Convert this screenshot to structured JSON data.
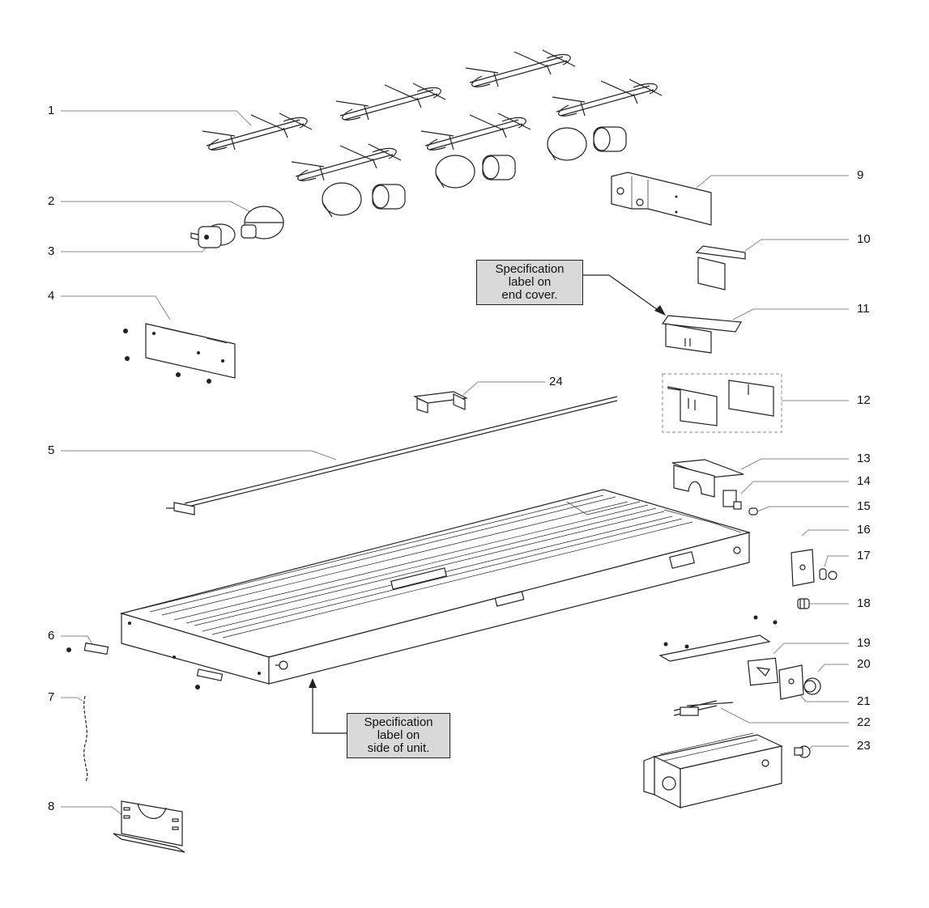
{
  "part_numbers": [
    "1",
    "2",
    "3",
    "4",
    "5",
    "6",
    "7",
    "8",
    "9",
    "10",
    "11",
    "12",
    "13",
    "14",
    "15",
    "16",
    "17",
    "18",
    "19",
    "20",
    "21",
    "22",
    "23",
    "24"
  ],
  "callouts": {
    "end_cover": [
      "Specification",
      "label on",
      "end cover."
    ],
    "side_unit": [
      "Specification",
      "label on",
      "side of unit."
    ]
  },
  "colors": {
    "line": "#222222",
    "leader": "#888888",
    "callout_bg": "#d9d9d9"
  }
}
